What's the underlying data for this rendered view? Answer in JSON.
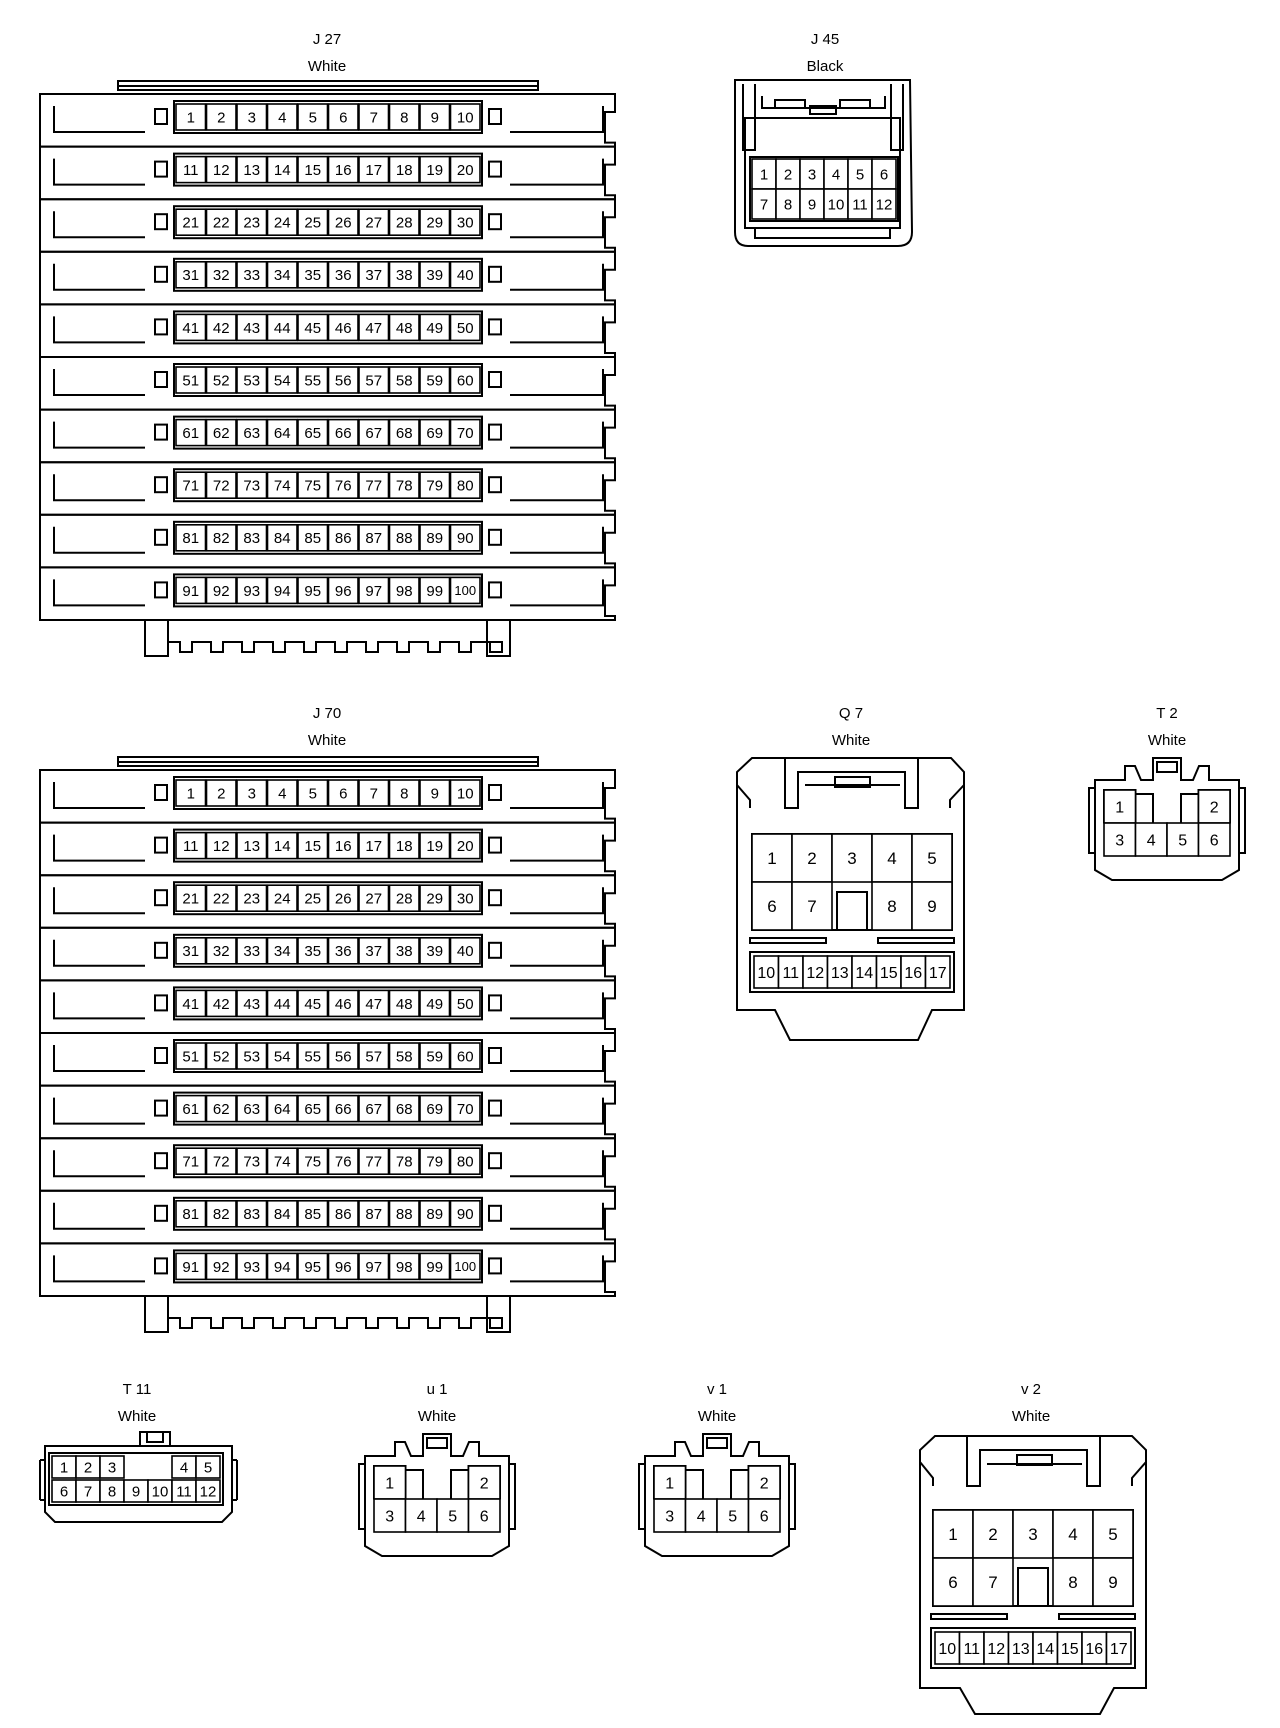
{
  "connectors": {
    "j27": {
      "name": "J 27",
      "color": "White",
      "rows": 10,
      "cols": 10
    },
    "j45": {
      "name": "J 45",
      "color": "Black",
      "pins": [
        [
          "1",
          "2",
          "3",
          "4",
          "5",
          "6"
        ],
        [
          "7",
          "8",
          "9",
          "10",
          "11",
          "12"
        ]
      ]
    },
    "j70": {
      "name": "J 70",
      "color": "White",
      "rows": 10,
      "cols": 10
    },
    "q7": {
      "name": "Q 7",
      "color": "White",
      "top": [
        [
          "1",
          "2",
          "3",
          "4",
          "5"
        ],
        [
          "6",
          "7",
          "",
          "8",
          "9"
        ]
      ],
      "bottom": [
        "10",
        "11",
        "12",
        "13",
        "14",
        "15",
        "16",
        "17"
      ]
    },
    "t2": {
      "name": "T 2",
      "color": "White",
      "top": [
        "1",
        "2"
      ],
      "bottom": [
        "3",
        "4",
        "5",
        "6"
      ]
    },
    "t11": {
      "name": "T 11",
      "color": "White",
      "top_left": [
        "1",
        "2",
        "3"
      ],
      "top_right": [
        "4",
        "5"
      ],
      "bottom": [
        "6",
        "7",
        "8",
        "9",
        "10",
        "11",
        "12"
      ]
    },
    "u1": {
      "name": "u 1",
      "color": "White",
      "top": [
        "1",
        "2"
      ],
      "bottom": [
        "3",
        "4",
        "5",
        "6"
      ]
    },
    "v1": {
      "name": "v 1",
      "color": "White",
      "top": [
        "1",
        "2"
      ],
      "bottom": [
        "3",
        "4",
        "5",
        "6"
      ]
    },
    "v2": {
      "name": "v 2",
      "color": "White",
      "top": [
        [
          "1",
          "2",
          "3",
          "4",
          "5"
        ],
        [
          "6",
          "7",
          "",
          "8",
          "9"
        ]
      ],
      "bottom": [
        "10",
        "11",
        "12",
        "13",
        "14",
        "15",
        "16",
        "17"
      ]
    }
  },
  "colors": {
    "line": "#000000",
    "background": "#ffffff"
  }
}
